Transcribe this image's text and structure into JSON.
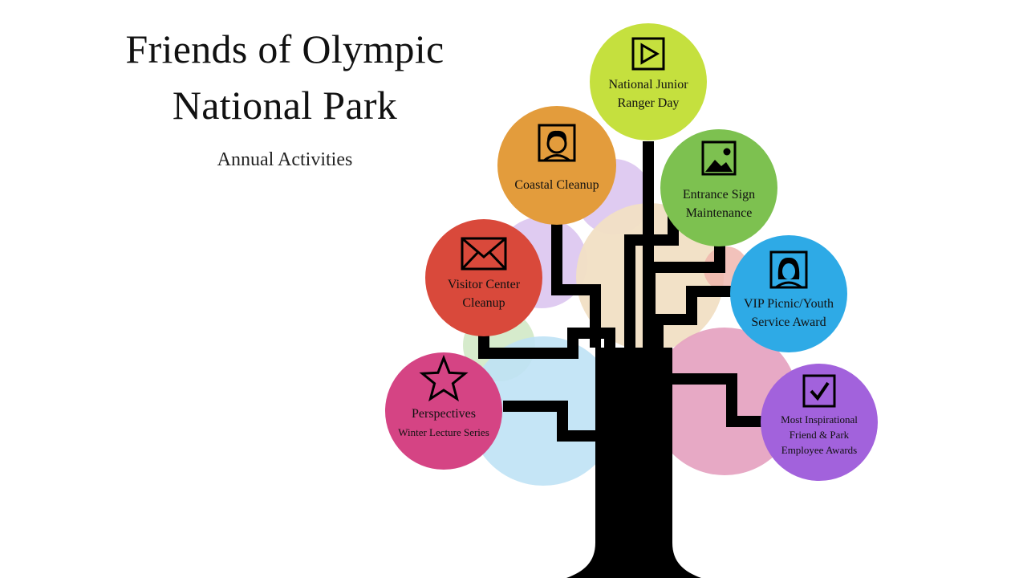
{
  "slide": {
    "title_line1": "Friends of Olympic",
    "title_line2": "National Park",
    "subtitle": "Annual Activities"
  },
  "activities": [
    {
      "id": "junior-ranger",
      "lines": [
        "National Junior",
        "Ranger Day"
      ],
      "color": "#c5e03e",
      "icon": "play-icon"
    },
    {
      "id": "coastal-cleanup",
      "lines": [
        "Coastal Cleanup"
      ],
      "color": "#e39c3c",
      "icon": "man-portrait-icon"
    },
    {
      "id": "entrance-sign",
      "lines": [
        "Entrance Sign",
        "Maintenance"
      ],
      "color": "#7dc150",
      "icon": "landscape-picture-icon"
    },
    {
      "id": "visitor-center",
      "lines": [
        "Visitor Center",
        "Cleanup"
      ],
      "color": "#d9493b",
      "icon": "envelope-icon"
    },
    {
      "id": "vip-picnic",
      "lines": [
        "VIP Picnic/Youth",
        "Service Award"
      ],
      "color": "#2eaae6",
      "icon": "woman-portrait-icon"
    },
    {
      "id": "perspectives",
      "lines": [
        "Perspectives",
        "Winter Lecture Series"
      ],
      "color": "#d54484",
      "icon": "star-icon"
    },
    {
      "id": "inspirational",
      "lines": [
        "Most Inspirational",
        "Friend & Park",
        "Employee Awards"
      ],
      "color": "#a262dc",
      "icon": "checkbox-icon"
    }
  ],
  "decor_colors": [
    "#d9c2ee",
    "#f1dfc4",
    "#d2e9c6",
    "#bfe2f5",
    "#e6a4c2",
    "#efb3aa"
  ],
  "trunk_color": "#000000"
}
